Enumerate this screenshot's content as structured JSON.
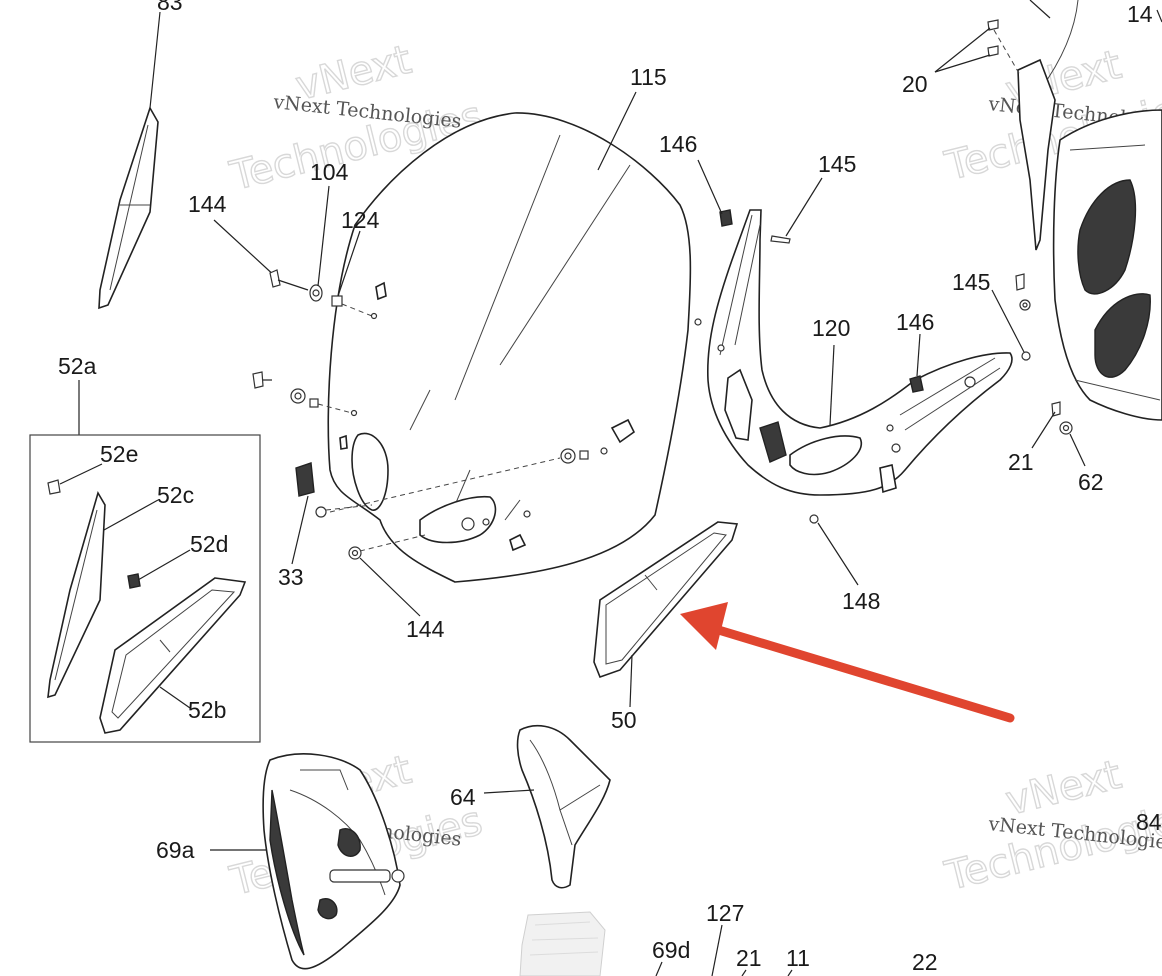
{
  "watermark": {
    "line1": "vNext",
    "line2": "Technologies",
    "caption": "vNext Technologies"
  },
  "colors": {
    "arrow": "#e0452f",
    "line": "#222222",
    "watermark": "#d8d8d8"
  },
  "callouts": {
    "c83": "83",
    "c14": "14",
    "c115": "115",
    "c104": "104",
    "c124": "124",
    "c144a": "144",
    "c144b": "144",
    "c146a": "146",
    "c146b": "146",
    "c145a": "145",
    "c145b": "145",
    "c20": "20",
    "c120": "120",
    "c52a": "52a",
    "c52e": "52e",
    "c52c": "52c",
    "c52d": "52d",
    "c52b": "52b",
    "c33": "33",
    "c21a": "21",
    "c62": "62",
    "c148": "148",
    "c50": "50",
    "c64": "64",
    "c69a": "69a",
    "c84": "84",
    "c127": "127",
    "c69d": "69d",
    "c21b": "21",
    "c11": "11",
    "c22": "22"
  }
}
